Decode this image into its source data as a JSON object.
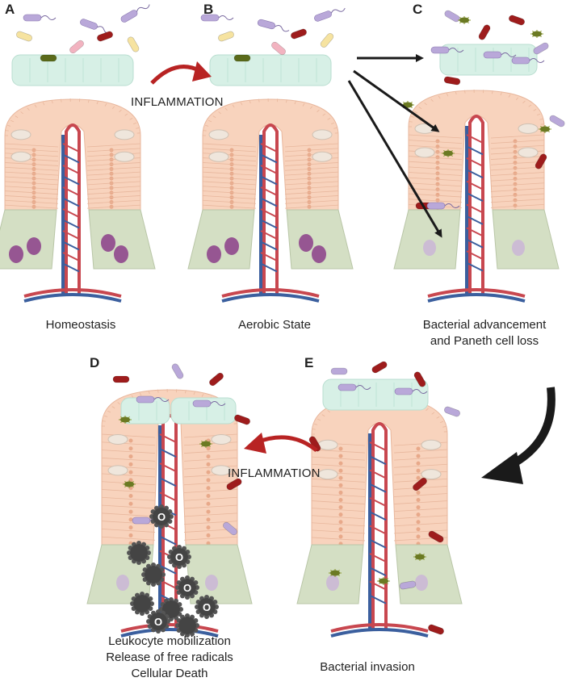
{
  "panels": {
    "a": {
      "letter": "A",
      "caption": [
        "Homeostasis"
      ]
    },
    "b": {
      "letter": "B",
      "caption": [
        "Aerobic State"
      ]
    },
    "c": {
      "letter": "C",
      "caption": [
        "Bacterial advancement",
        "and Paneth cell loss"
      ]
    },
    "d": {
      "letter": "D",
      "caption": [
        "Leukocyte mobilization",
        "Release of free radicals",
        "Cellular Death"
      ]
    },
    "e": {
      "letter": "E",
      "caption": [
        "Bacterial invasion"
      ]
    }
  },
  "arrows": {
    "top_label": "INFLAMMATION",
    "bottom_label": "INFLAMMATION"
  },
  "radical_symbol": "O",
  "colors": {
    "epithelium": "#f8d3bd",
    "epithelium_stroke": "#e8b79d",
    "crypt_green": "#d4dfc4",
    "paneth_purple": "#8b3e8a",
    "mucus": "#d7f0e6",
    "vessel_red": "#c8474f",
    "vessel_blue": "#3b5f9e",
    "arrow_red": "#b82323",
    "arrow_black": "#1a1a1a",
    "bacteria_dark_red": "#9e1c1c",
    "bacteria_lavender": "#b9a8d9",
    "bacteria_yellow": "#f6e3a0",
    "bacteria_pink": "#f2b3c0",
    "bacteria_olive": "#6b7a23",
    "leukocyte": "#444444"
  }
}
